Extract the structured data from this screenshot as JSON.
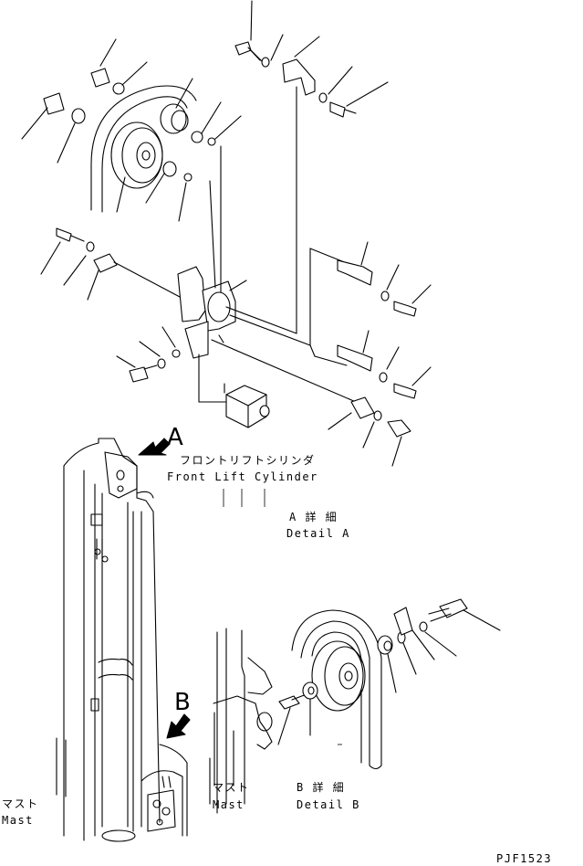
{
  "labels": {
    "callout_a": "A",
    "callout_b": "B",
    "front_lift_cylinder_jp": "フロントリフトシリンダ",
    "front_lift_cylinder_en": "Front Lift Cylinder",
    "detail_a_jp": "A 詳 細",
    "detail_a_en": "Detail A",
    "detail_b_jp": "B 詳 細",
    "detail_b_en": "Detail B",
    "mast_center_jp": "マスト",
    "mast_center_en": "Mast",
    "mast_left_jp": "マスト",
    "mast_left_en": "Mast",
    "drawing_number": "PJF1523"
  },
  "colors": {
    "ink": "#000000",
    "paper": "#ffffff"
  }
}
